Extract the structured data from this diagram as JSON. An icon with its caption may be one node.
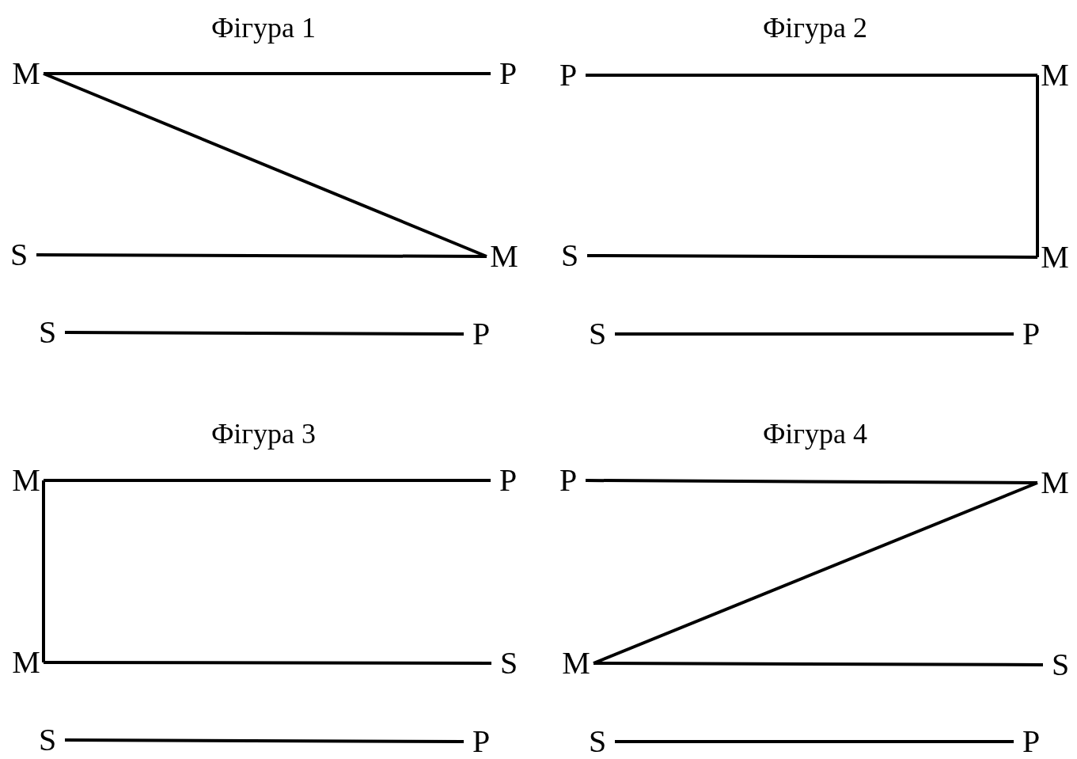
{
  "diagram": {
    "nodes": [
      {
        "text": [
          "M"
        ]
      },
      {
        "text": [
          "P"
        ]
      },
      {
        "text": [
          "S"
        ]
      },
      {
        "text": [
          "M"
        ]
      },
      {
        "text": [
          "S"
        ]
      },
      {
        "text": [
          "P"
        ]
      },
      {
        "text": [
          "P"
        ]
      },
      {
        "text": [
          "M"
        ]
      },
      {
        "text": [
          "S"
        ]
      },
      {
        "text": [
          "M"
        ]
      },
      {
        "text": [
          "S"
        ]
      },
      {
        "text": [
          "P"
        ]
      },
      {
        "text": [
          "M"
        ]
      },
      {
        "text": [
          "P"
        ]
      },
      {
        "text": [
          "M"
        ]
      },
      {
        "text": [
          "S"
        ]
      },
      {
        "text": [
          "S"
        ]
      },
      {
        "text": [
          "P"
        ]
      },
      {
        "text": [
          "P"
        ]
      },
      {
        "text": [
          "M"
        ]
      },
      {
        "text": [
          "M"
        ]
      },
      {
        "text": [
          "S"
        ]
      },
      {
        "text": [
          "S"
        ]
      },
      {
        "text": [
          "P"
        ]
      }
    ],
    "edges": [
      {
        "from": 0,
        "to": 1,
        "arrow": "none"
      },
      {
        "from": 0,
        "to": 3,
        "arrow": "none"
      },
      {
        "from": 2,
        "to": 3,
        "arrow": "none"
      },
      {
        "from": 4,
        "to": 5,
        "arrow": "none"
      },
      {
        "from": 6,
        "to": 7,
        "arrow": "none"
      },
      {
        "from": 7,
        "to": 9,
        "arrow": "none"
      },
      {
        "from": 8,
        "to": 9,
        "arrow": "none"
      },
      {
        "from": 10,
        "to": 11,
        "arrow": "none"
      },
      {
        "from": 12,
        "to": 13,
        "arrow": "none"
      },
      {
        "from": 12,
        "to": 14,
        "arrow": "none"
      },
      {
        "from": 14,
        "to": 15,
        "arrow": "none"
      },
      {
        "from": 16,
        "to": 17,
        "arrow": "none"
      },
      {
        "from": 18,
        "to": 19,
        "arrow": "none"
      },
      {
        "from": 20,
        "to": 19,
        "arrow": "none"
      },
      {
        "from": 20,
        "to": 21,
        "arrow": "none"
      },
      {
        "from": 22,
        "to": 23,
        "arrow": "none"
      }
    ],
    "labels": [
      "Фігура 1",
      "Фігура 2",
      "Фігура 3",
      "Фігура 4"
    ]
  }
}
